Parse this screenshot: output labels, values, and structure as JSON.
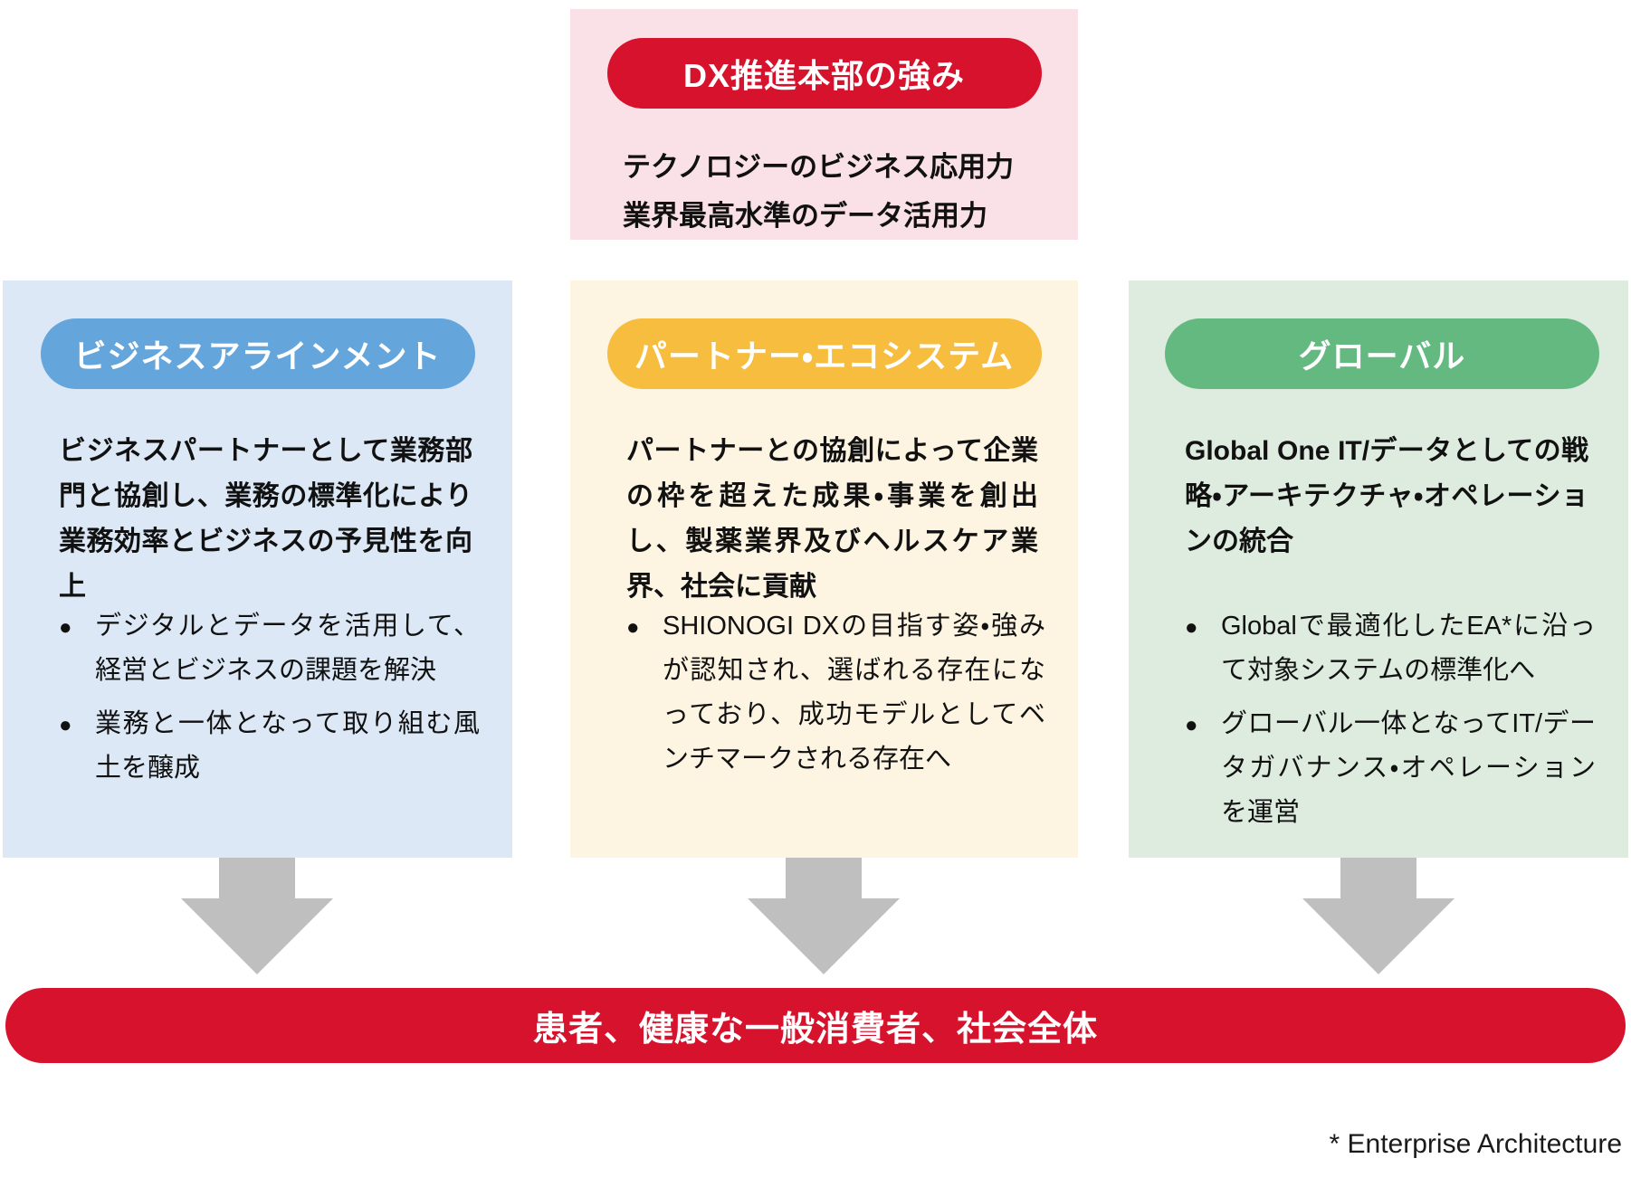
{
  "top_box": {
    "pill_label": "DX推進本部の強み",
    "lines": [
      "テクノロジーのビジネス応用力",
      "業界最高水準のデータ活用力"
    ],
    "pill_color": "#D7122D",
    "bg_color": "#F9E1E7"
  },
  "columns": [
    {
      "pill_label": "ビジネスアラインメント",
      "pill_color": "#64A5DB",
      "bg_color": "#DCE8F6",
      "lead": "ビジネスパートナーとして業務部門と協創し、業務の標準化により業務効率とビジネスの予見性を向上",
      "bullets": [
        "デジタルとデータを活用して、経営とビジネスの課題を解決",
        "業務と一体となって取り組む風土を醸成"
      ]
    },
    {
      "pill_label": "パートナー・エコシステム",
      "pill_color": "#F6BD3E",
      "bg_color": "#FDF4E2",
      "lead": "パートナーとの協創によって企業の枠を超えた成果・事業を創出し、製薬業界及びヘルスケア業界、社会に貢献",
      "bullets": [
        "SHIONOGI DXの目指す姿・強みが認知され、選ばれる存在になっており、成功モデルとしてベンチマークされる存在へ"
      ]
    },
    {
      "pill_label": "グローバル",
      "pill_color": "#64B981",
      "bg_color": "#DEEBDF",
      "lead": "Global One IT/データとしての戦略・アーキテクチャ・オペレーションの統合",
      "bullets": [
        "Globalで最適化したEA*に沿って対象システムの標準化へ",
        "グローバル一体となってIT/データガバナンス・オペレーションを運営"
      ]
    }
  ],
  "outcome_bar": {
    "label": "患者、健康な一般消費者、社会全体",
    "bg_color": "#D7122D"
  },
  "footnote": "* Enterprise Architecture",
  "arrow_color": "#BFBFBF"
}
